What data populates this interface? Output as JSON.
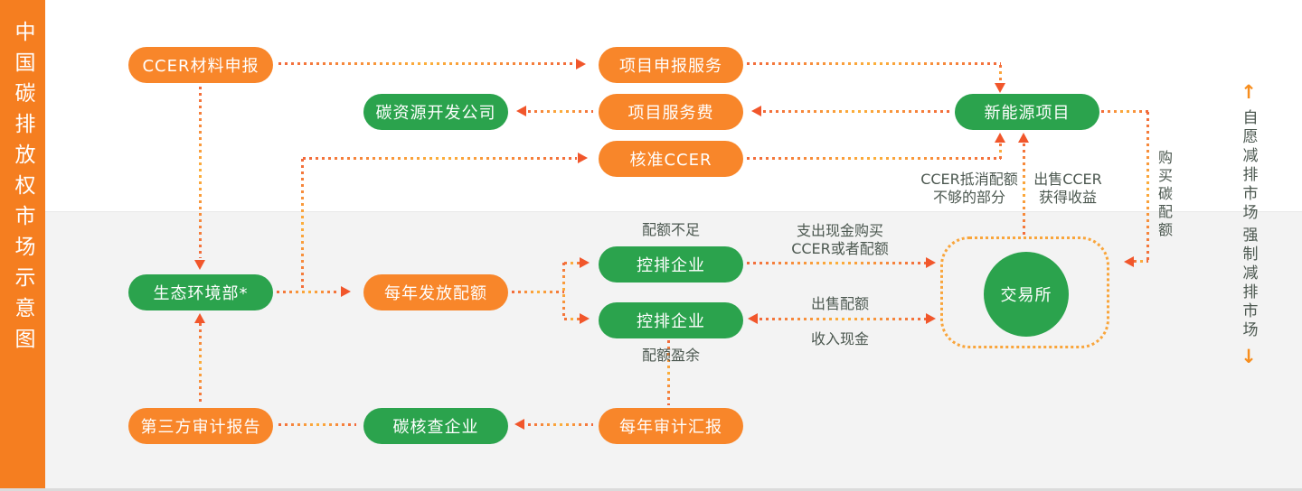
{
  "title": "中国碳排放权市场示意图",
  "markets": {
    "voluntary": {
      "label": "自愿减排市场",
      "arrow_icon": "↑"
    },
    "mandatory": {
      "label": "强制减排市场",
      "arrow_icon": "↓"
    }
  },
  "nodes": {
    "ccer_material": {
      "label": "CCER材料申报",
      "color": "orange"
    },
    "project_declare": {
      "label": "项目申报服务",
      "color": "orange"
    },
    "carbon_dev": {
      "label": "碳资源开发公司",
      "color": "green"
    },
    "project_fee": {
      "label": "项目服务费",
      "color": "orange"
    },
    "new_energy": {
      "label": "新能源项目",
      "color": "green"
    },
    "approved_ccer": {
      "label": "核准CCER",
      "color": "orange"
    },
    "moee": {
      "label": "生态环境部*",
      "color": "green"
    },
    "annual_quota": {
      "label": "每年发放配额",
      "color": "orange"
    },
    "controlled_short": {
      "label": "控排企业",
      "color": "green"
    },
    "controlled_surplus": {
      "label": "控排企业",
      "color": "green"
    },
    "exchange": {
      "label": "交易所",
      "color": "green"
    },
    "third_party_report": {
      "label": "第三方审计报告",
      "color": "orange"
    },
    "carbon_verifier": {
      "label": "碳核查企业",
      "color": "green"
    },
    "annual_audit": {
      "label": "每年审计汇报",
      "color": "orange"
    }
  },
  "edge_labels": {
    "quota_short": "配额不足",
    "quota_surplus": "配额盈余",
    "pay_cash_line1": "支出现金购买",
    "pay_cash_line2": "CCER或者配额",
    "sell_quota": "出售配额",
    "income_cash": "收入现金",
    "ccer_offset_line1": "CCER抵消配额",
    "ccer_offset_line2": "不够的部分",
    "sell_ccer_line1": "出售CCER",
    "sell_ccer_line2": "获得收益",
    "buy_quota": "购买碳配额"
  },
  "colors": {
    "sidebar_orange": "#F57E20",
    "pill_orange": "#F8862A",
    "pill_green": "#2BA34D",
    "arrow_red_orange": "#F1562B",
    "line_orange": "#F2693B",
    "line_yellow": "#FCB03B",
    "dashed_border": "#F9A53B",
    "section_gray": "#F3F3F3",
    "label_text": "#4C5850"
  }
}
